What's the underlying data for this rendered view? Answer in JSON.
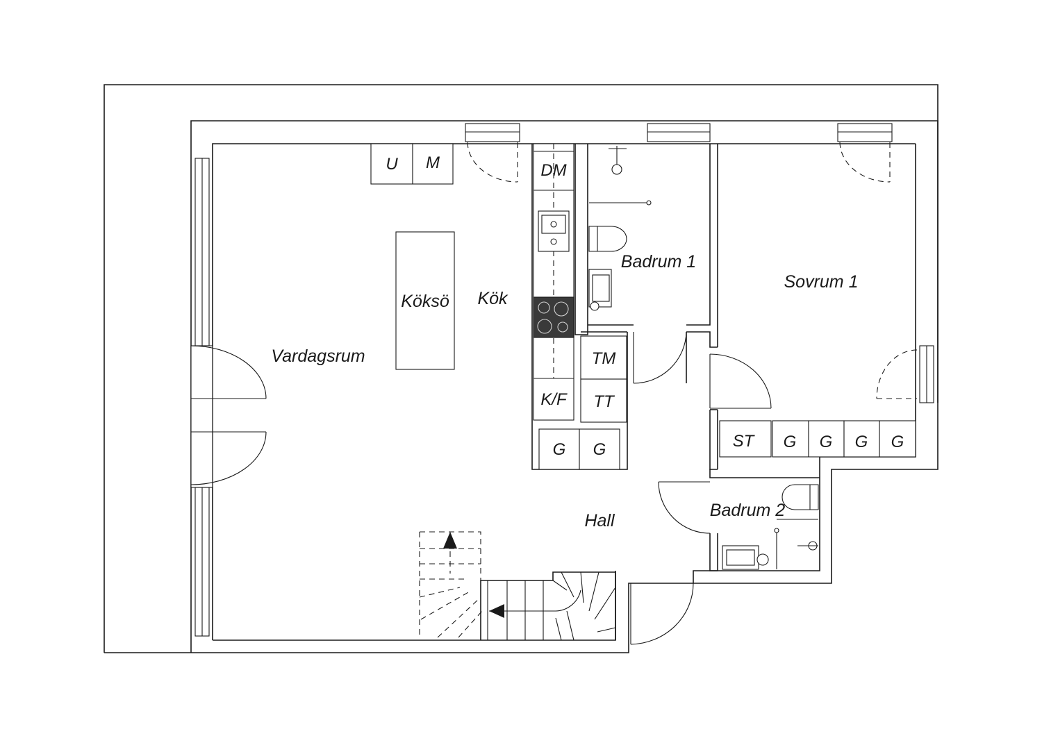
{
  "rooms": {
    "vardagsrum": "Vardagsrum",
    "koksö": "Köksö",
    "kok": "Kök",
    "badrum1": "Badrum 1",
    "sovrum1": "Sovrum 1",
    "hall": "Hall",
    "badrum2": "Badrum 2"
  },
  "units": {
    "u": "U",
    "m": "M",
    "dm": "DM",
    "kf": "K/F",
    "tm": "TM",
    "tt": "TT",
    "g": "G",
    "st": "ST"
  }
}
